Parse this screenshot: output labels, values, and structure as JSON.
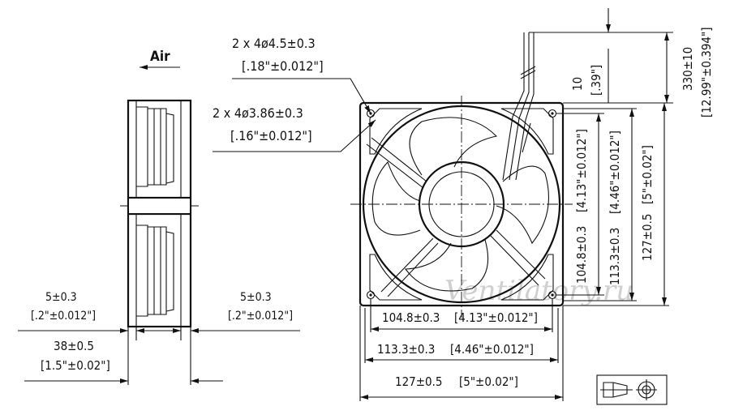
{
  "air_label": "Air",
  "holes_large": {
    "line1": "2 x 4ø4.5±0.3",
    "line2": "[.18\"±0.012\"]"
  },
  "holes_small": {
    "line1": "2 x 4ø3.86±0.3",
    "line2": "[.16\"±0.012\"]"
  },
  "cable": {
    "length": "330±10",
    "length_in": "[12.99\"±0.394\"]",
    "strip": "10",
    "strip_in": "[.39\"]"
  },
  "side": {
    "left_flange": {
      "mm": "5±0.3",
      "inch": "[.2\"±0.012\"]"
    },
    "right_flange": {
      "mm": "5±0.3",
      "inch": "[.2\"±0.012\"]"
    },
    "depth": {
      "mm": "38±0.5",
      "inch": "[1.5\"±0.02\"]"
    }
  },
  "bottom_dims": {
    "hole_spacing": {
      "mm": "104.8±0.3",
      "inch": "[4.13\"±0.012\"]"
    },
    "inner": {
      "mm": "113.3±0.3",
      "inch": "[4.46\"±0.012\"]"
    },
    "overall": {
      "mm": "127±0.5",
      "inch": "[5\"±0.02\"]"
    }
  },
  "right_dims": {
    "hole_spacing": {
      "mm": "104.8±0.3",
      "inch": "[4.13\"±0.012\"]"
    },
    "inner": {
      "mm": "113.3±0.3",
      "inch": "[4.46\"±0.012\"]"
    },
    "overall": {
      "mm": "127±0.5",
      "inch": "[5\"±0.02\"]"
    }
  },
  "watermark": "Ventilatory.ru",
  "projection_symbol": "first-angle-projection-icon"
}
